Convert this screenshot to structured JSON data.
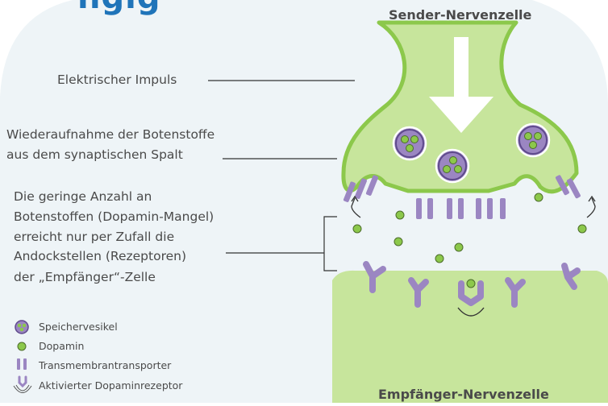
{
  "title_fragment": "ngig",
  "sender_label": "Sender-Nervenzelle",
  "receiver_label": "Empfänger-Nervenzelle",
  "labels": {
    "impulse": "Elektrischer Impuls",
    "reuptake_line1": "Wiederaufnahme der Botenstoffe",
    "reuptake_line2": "aus dem synaptischen Spalt",
    "low_line1": "Die geringe Anzahl an",
    "low_line2": "Botenstoffen (Dopamin-Mangel)",
    "low_line3": "erreicht nur per Zufall die",
    "low_line4": "Andockstellen (Rezeptoren)",
    "low_line5": "der „Empfänger“-Zelle"
  },
  "legend": [
    {
      "icon": "storage-vesicle-icon",
      "label": "Speichervesikel"
    },
    {
      "icon": "dopamine-icon",
      "label": "Dopamin"
    },
    {
      "icon": "transmembrane-transporter-icon",
      "label": "Transmembrantransporter"
    },
    {
      "icon": "activated-receptor-icon",
      "label": "Aktivierter Dopaminrezeptor"
    }
  ],
  "colors": {
    "background_blob": "#eef4f7",
    "cell_fill": "#c7e59c",
    "cell_border": "#8cc84b",
    "vesicle_fill": "#9b86c2",
    "dopamine": "#8cc84b",
    "transporter": "#9b86c2",
    "title_blue": "#1f74b9",
    "text": "#4a4a4a"
  }
}
